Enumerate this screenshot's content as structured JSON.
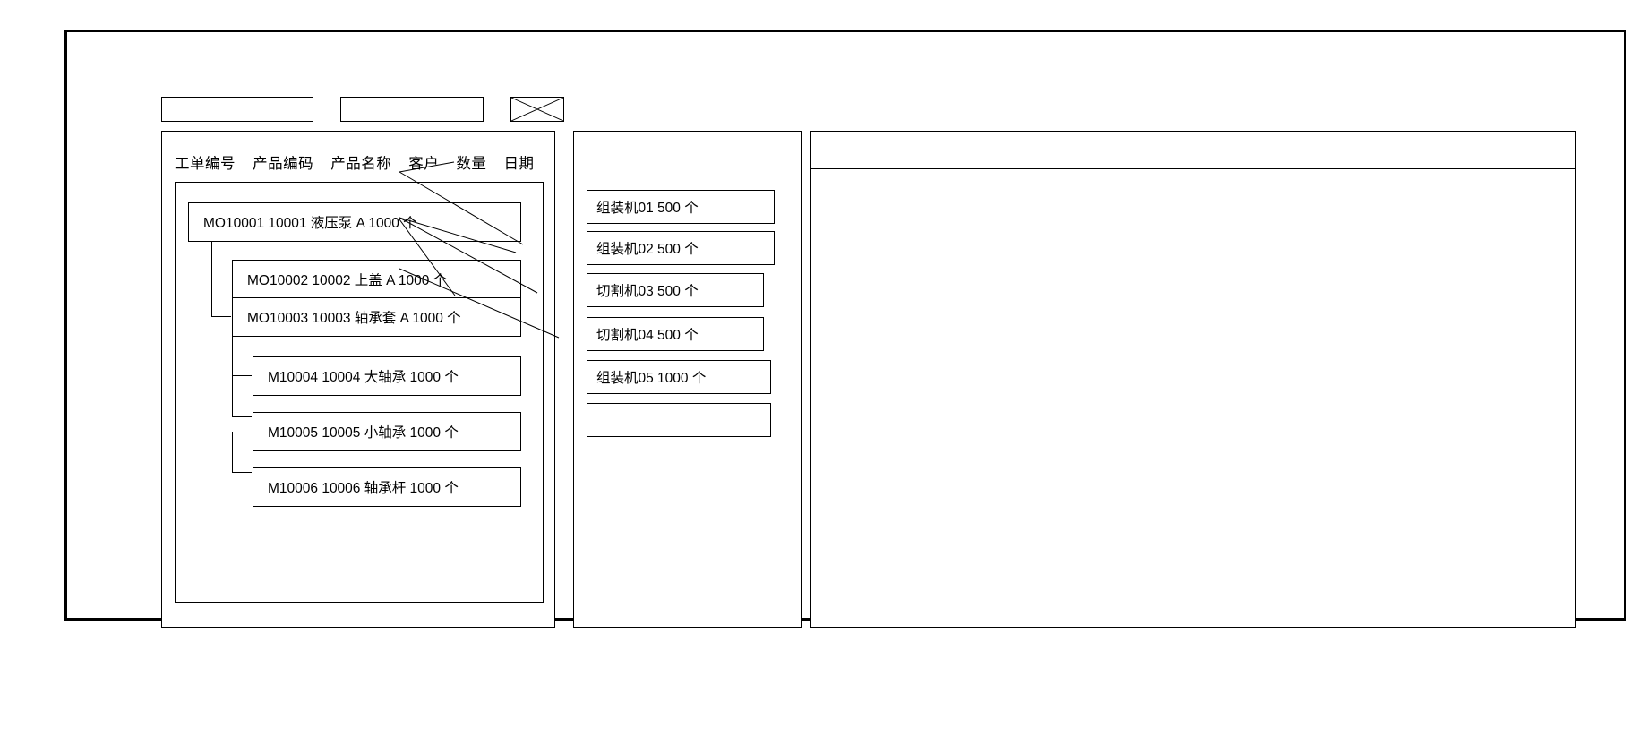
{
  "window": {
    "title_bar_present": true
  },
  "toolbar": {
    "field_1_value": "",
    "field_2_value": "",
    "image_placeholder_icon": "crossed-box-icon"
  },
  "left_panel": {
    "columns": [
      "工单编号",
      "产品编码",
      "产品名称",
      "客户",
      "数量",
      "日期"
    ],
    "rows": [
      {
        "level": 0,
        "order_no": "MO10001",
        "product_code": "10001",
        "product_name": "液压泵",
        "customer": "A",
        "quantity": "1000",
        "unit": "个",
        "text": "MO10001   10001   液压泵   A     1000  个"
      },
      {
        "level": 1,
        "order_no": "MO10002",
        "product_code": "10002",
        "product_name": "上盖",
        "customer": "A",
        "quantity": "1000",
        "unit": "个",
        "text": "MO10002  10002   上盖   A   1000   个"
      },
      {
        "level": 1,
        "order_no": "MO10003",
        "product_code": "10003",
        "product_name": "轴承套",
        "customer": "A",
        "quantity": "1000",
        "unit": "个",
        "text": "MO10003   10003   轴承套 A    1000    个"
      },
      {
        "level": 2,
        "order_no": "M10004",
        "product_code": "10004",
        "product_name": "大轴承",
        "customer": "",
        "quantity": "1000",
        "unit": "个",
        "text": "M10004 10004  大轴承  1000   个"
      },
      {
        "level": 2,
        "order_no": "M10005",
        "product_code": "10005",
        "product_name": "小轴承",
        "customer": "",
        "quantity": "1000",
        "unit": "个",
        "text": "M10005  10005  小轴承  1000   个"
      },
      {
        "level": 2,
        "order_no": "M10006",
        "product_code": "10006",
        "product_name": "轴承杆",
        "customer": "",
        "quantity": "1000",
        "unit": "个",
        "text": "M10006  10006  轴承杆  1000   个"
      }
    ]
  },
  "middle_panel": {
    "rows": [
      {
        "machine": "组装机01",
        "quantity": "500",
        "unit": "个",
        "text": "组装机01    500  个"
      },
      {
        "machine": "组装机02",
        "quantity": "500",
        "unit": "个",
        "text": "组装机02    500  个"
      },
      {
        "machine": "切割机03",
        "quantity": "500",
        "unit": "个",
        "text": "切割机03   500  个"
      },
      {
        "machine": "切割机04",
        "quantity": "500",
        "unit": "个",
        "text": "切割机04  500  个"
      },
      {
        "machine": "组装机05",
        "quantity": "1000",
        "unit": "个",
        "text": "组装机05   1000 个"
      },
      {
        "machine": "",
        "quantity": "",
        "unit": "",
        "text": ""
      }
    ]
  },
  "right_panel": {
    "header_text": "",
    "body_text": ""
  },
  "colors": {
    "stroke": "#000000",
    "background": "#ffffff"
  }
}
